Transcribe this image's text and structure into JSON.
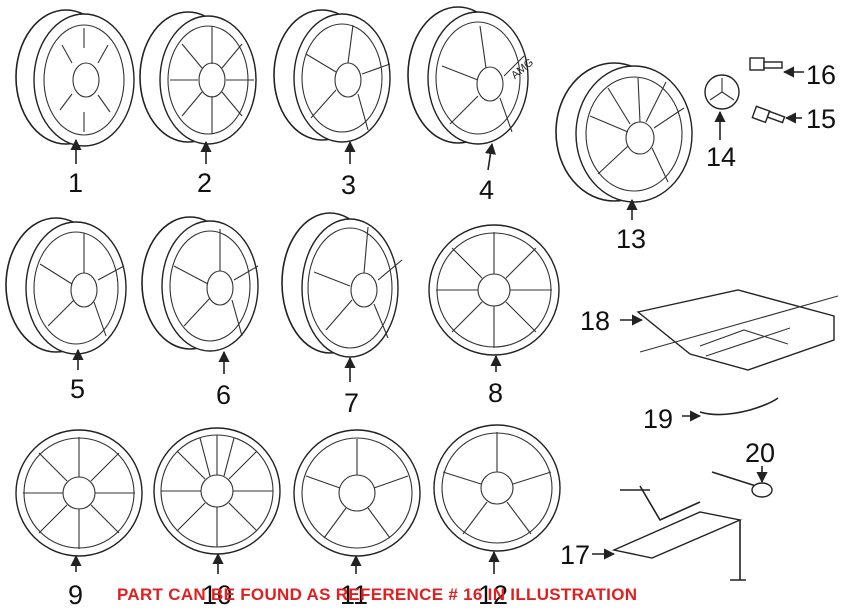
{
  "callouts": [
    "1",
    "2",
    "3",
    "4",
    "5",
    "6",
    "7",
    "8",
    "9",
    "10",
    "11",
    "12",
    "13",
    "14",
    "15",
    "16",
    "17",
    "18",
    "19",
    "20"
  ],
  "wheel_text": "AMG",
  "caption": "PART CAN BE FOUND AS REFERENCE # 16 IN ILLUSTRATION",
  "caption_color": "#e02020"
}
